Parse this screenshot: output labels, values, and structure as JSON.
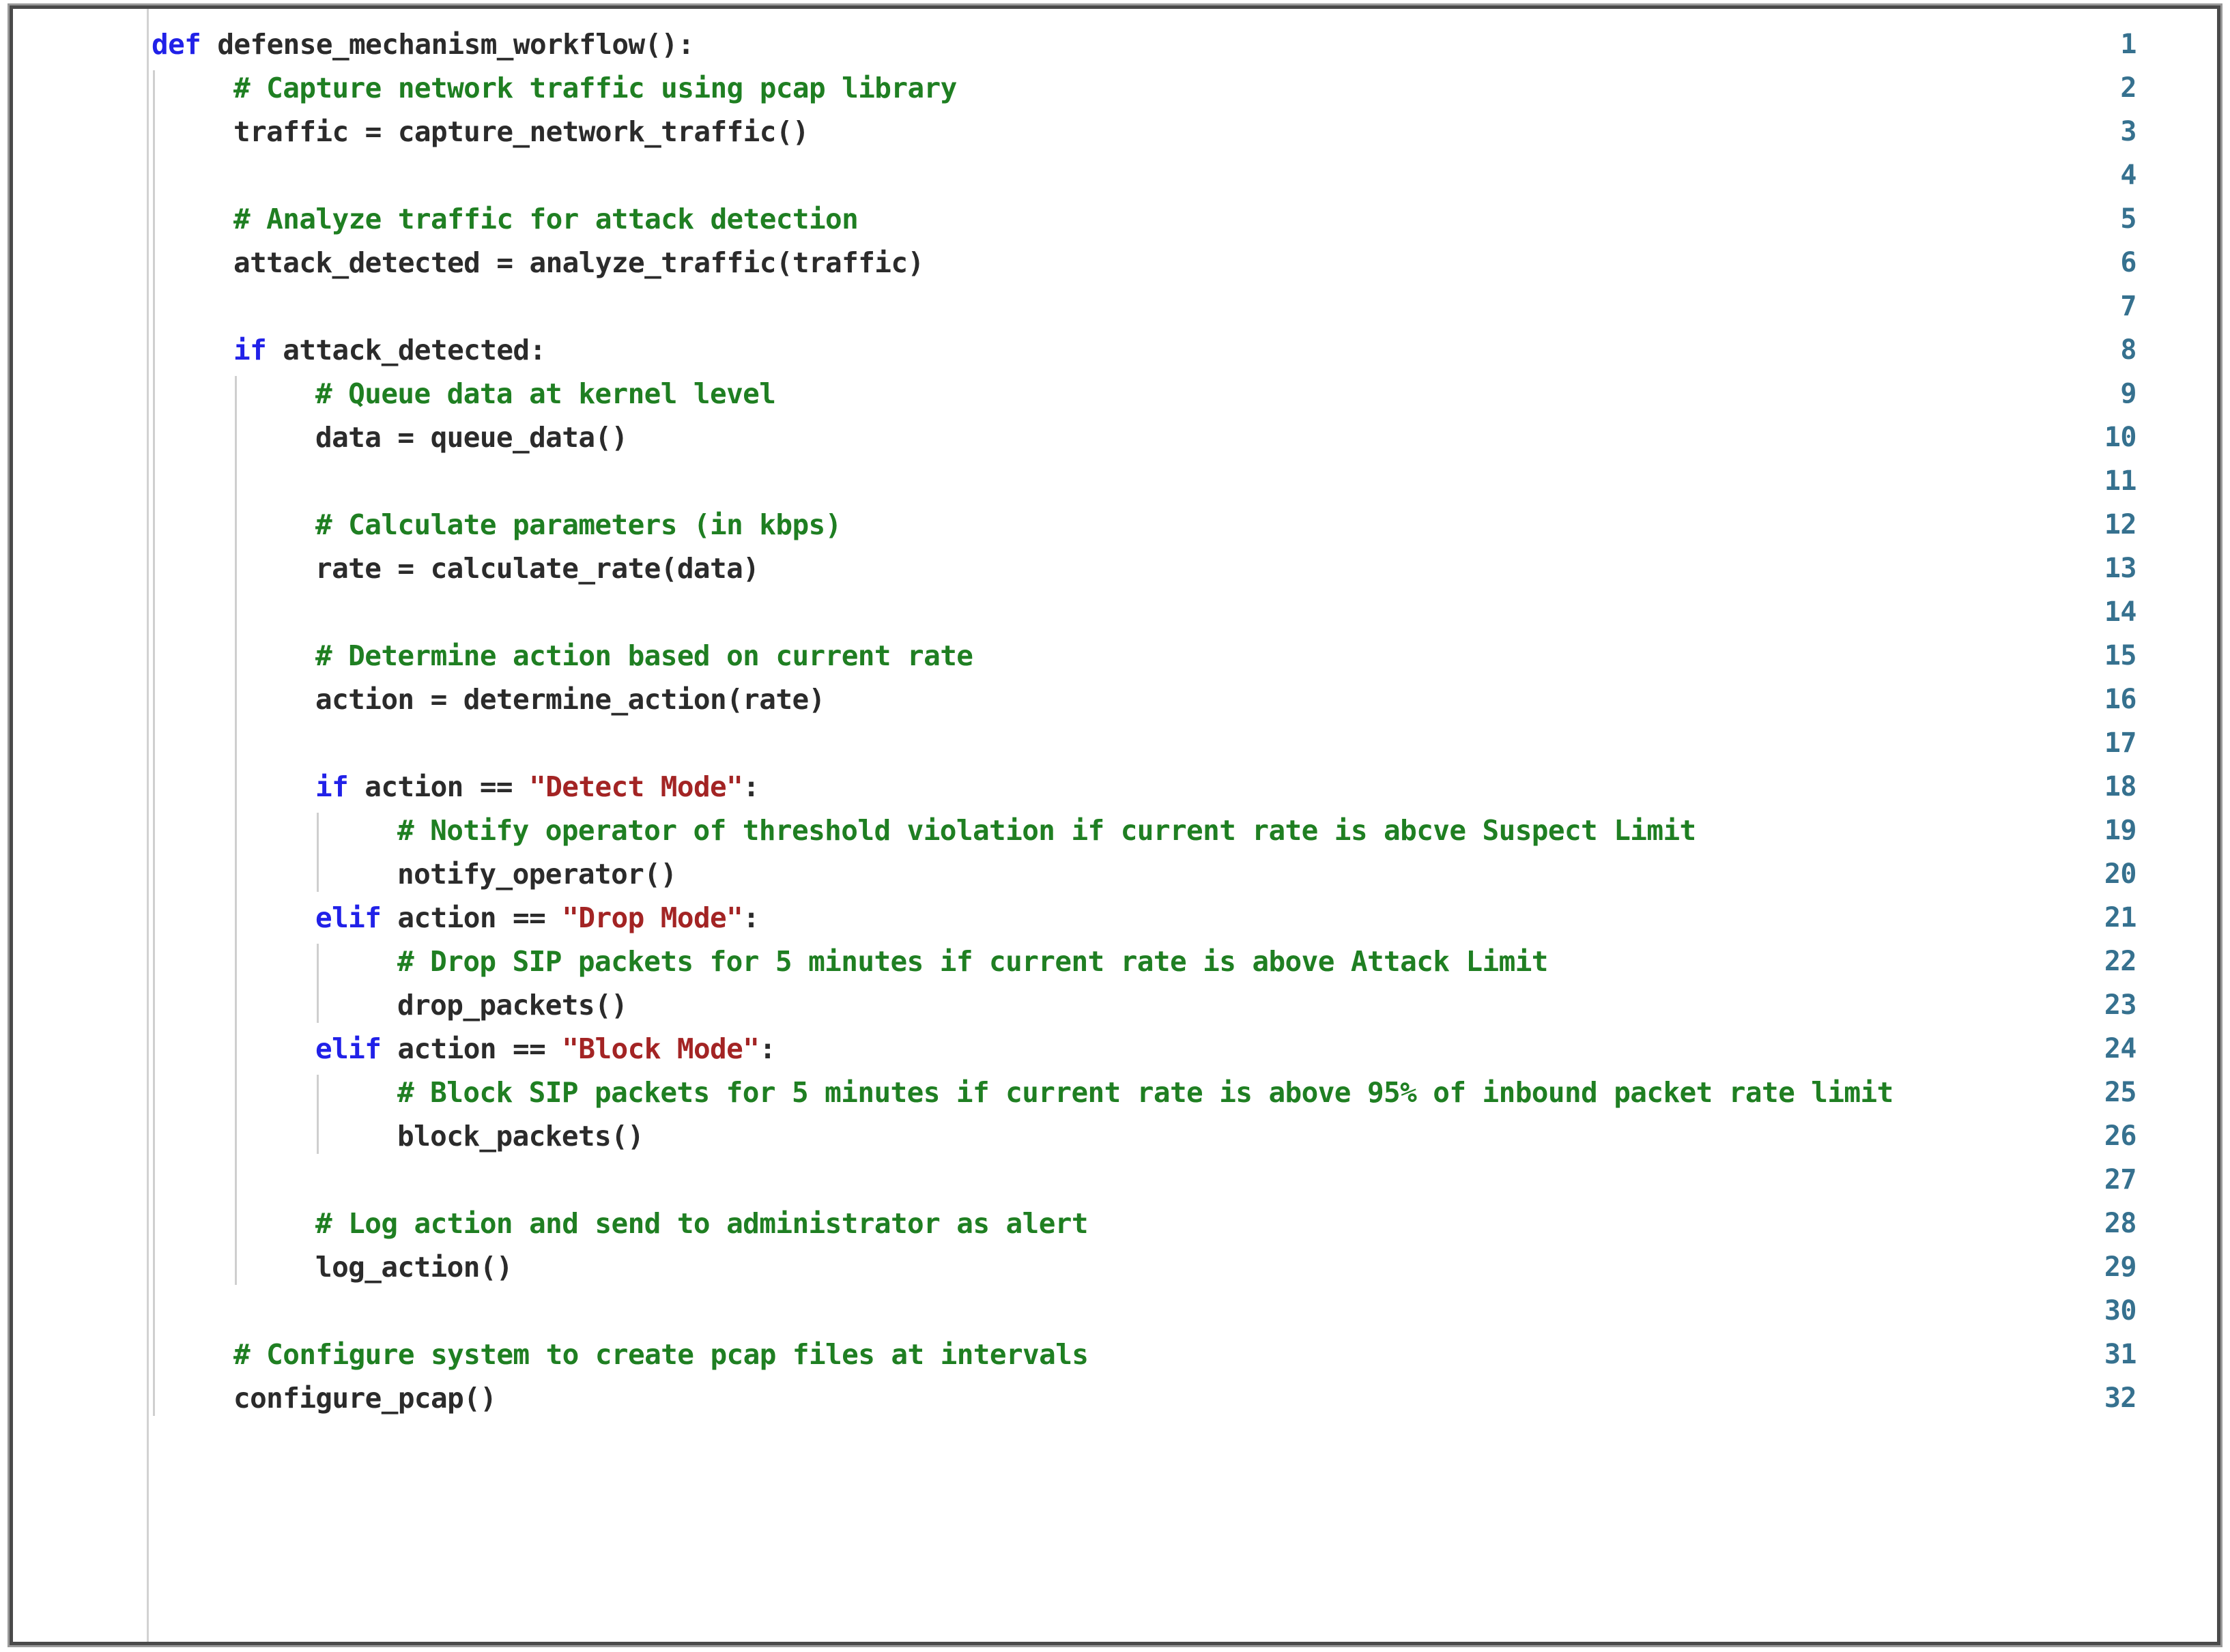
{
  "editor": {
    "language": "python",
    "first_line": 1,
    "total_lines": 32,
    "colors": {
      "background": "#ffffff",
      "line_number": "#36718f",
      "keyword": "#2121e8",
      "comment": "#1f7f22",
      "string": "#a32424",
      "plain_text": "#2b2b2b",
      "indent_guide": "#cfcfcf",
      "gutter_separator": "#d2d2d2",
      "frame_border": "#4a4a4a"
    }
  },
  "code": {
    "lines": [
      {
        "n": "1",
        "indent": 0,
        "tokens": [
          {
            "t": "kw",
            "v": "def"
          },
          {
            "t": "pln",
            "v": " defense_mechanism_workflow():"
          }
        ]
      },
      {
        "n": "2",
        "indent": 1,
        "tokens": [
          {
            "t": "com",
            "v": "# Capture network traffic using pcap library"
          }
        ]
      },
      {
        "n": "3",
        "indent": 1,
        "tokens": [
          {
            "t": "pln",
            "v": "traffic = capture_network_traffic()"
          }
        ]
      },
      {
        "n": "4",
        "indent": 1,
        "tokens": []
      },
      {
        "n": "5",
        "indent": 1,
        "tokens": [
          {
            "t": "com",
            "v": "# Analyze traffic for attack detection"
          }
        ]
      },
      {
        "n": "6",
        "indent": 1,
        "tokens": [
          {
            "t": "pln",
            "v": "attack_detected = analyze_traffic(traffic)"
          }
        ]
      },
      {
        "n": "7",
        "indent": 1,
        "tokens": []
      },
      {
        "n": "8",
        "indent": 1,
        "tokens": [
          {
            "t": "kw",
            "v": "if"
          },
          {
            "t": "pln",
            "v": " attack_detected:"
          }
        ]
      },
      {
        "n": "9",
        "indent": 2,
        "tokens": [
          {
            "t": "com",
            "v": "# Queue data at kernel level"
          }
        ]
      },
      {
        "n": "10",
        "indent": 2,
        "tokens": [
          {
            "t": "pln",
            "v": "data = queue_data()"
          }
        ]
      },
      {
        "n": "11",
        "indent": 2,
        "tokens": []
      },
      {
        "n": "12",
        "indent": 2,
        "tokens": [
          {
            "t": "com",
            "v": "# Calculate parameters (in kbps)"
          }
        ]
      },
      {
        "n": "13",
        "indent": 2,
        "tokens": [
          {
            "t": "pln",
            "v": "rate = calculate_rate(data)"
          }
        ]
      },
      {
        "n": "14",
        "indent": 2,
        "tokens": []
      },
      {
        "n": "15",
        "indent": 2,
        "tokens": [
          {
            "t": "com",
            "v": "# Determine action based on current rate"
          }
        ]
      },
      {
        "n": "16",
        "indent": 2,
        "tokens": [
          {
            "t": "pln",
            "v": "action = determine_action(rate)"
          }
        ]
      },
      {
        "n": "17",
        "indent": 2,
        "tokens": []
      },
      {
        "n": "18",
        "indent": 2,
        "tokens": [
          {
            "t": "kw",
            "v": "if"
          },
          {
            "t": "pln",
            "v": " action == "
          },
          {
            "t": "str",
            "v": "\"Detect Mode\""
          },
          {
            "t": "pln",
            "v": ":"
          }
        ]
      },
      {
        "n": "19",
        "indent": 3,
        "tokens": [
          {
            "t": "com",
            "v": "# Notify operator of threshold violation if current rate is abcve Suspect Limit"
          }
        ]
      },
      {
        "n": "20",
        "indent": 3,
        "tokens": [
          {
            "t": "pln",
            "v": "notify_operator()"
          }
        ]
      },
      {
        "n": "21",
        "indent": 2,
        "tokens": [
          {
            "t": "kw",
            "v": "elif"
          },
          {
            "t": "pln",
            "v": " action == "
          },
          {
            "t": "str",
            "v": "\"Drop Mode\""
          },
          {
            "t": "pln",
            "v": ":"
          }
        ]
      },
      {
        "n": "22",
        "indent": 3,
        "tokens": [
          {
            "t": "com",
            "v": "# Drop SIP packets for 5 minutes if current rate is above Attack Limit"
          }
        ]
      },
      {
        "n": "23",
        "indent": 3,
        "tokens": [
          {
            "t": "pln",
            "v": "drop_packets()"
          }
        ]
      },
      {
        "n": "24",
        "indent": 2,
        "tokens": [
          {
            "t": "kw",
            "v": "elif"
          },
          {
            "t": "pln",
            "v": " action == "
          },
          {
            "t": "str",
            "v": "\"Block Mode\""
          },
          {
            "t": "pln",
            "v": ":"
          }
        ]
      },
      {
        "n": "25",
        "indent": 3,
        "tokens": [
          {
            "t": "com",
            "v": "# Block SIP packets for 5 minutes if current rate is above 95% of inbound packet rate limit"
          }
        ]
      },
      {
        "n": "26",
        "indent": 3,
        "tokens": [
          {
            "t": "pln",
            "v": "block_packets()"
          }
        ]
      },
      {
        "n": "27",
        "indent": 2,
        "tokens": []
      },
      {
        "n": "28",
        "indent": 2,
        "tokens": [
          {
            "t": "com",
            "v": "# Log action and send to administrator as alert"
          }
        ]
      },
      {
        "n": "29",
        "indent": 2,
        "tokens": [
          {
            "t": "pln",
            "v": "log_action()"
          }
        ]
      },
      {
        "n": "30",
        "indent": 0,
        "tokens": []
      },
      {
        "n": "31",
        "indent": 1,
        "tokens": [
          {
            "t": "com",
            "v": "# Configure system to create pcap files at intervals"
          }
        ]
      },
      {
        "n": "32",
        "indent": 1,
        "tokens": [
          {
            "t": "pln",
            "v": "configure_pcap()"
          }
        ]
      }
    ]
  },
  "indent_guides": [
    {
      "level": 1,
      "from_line": 2,
      "to_line": 32
    },
    {
      "level": 2,
      "from_line": 9,
      "to_line": 29
    },
    {
      "level": 3,
      "from_line": 19,
      "to_line": 20
    },
    {
      "level": 3,
      "from_line": 22,
      "to_line": 23
    },
    {
      "level": 3,
      "from_line": 25,
      "to_line": 26
    }
  ]
}
